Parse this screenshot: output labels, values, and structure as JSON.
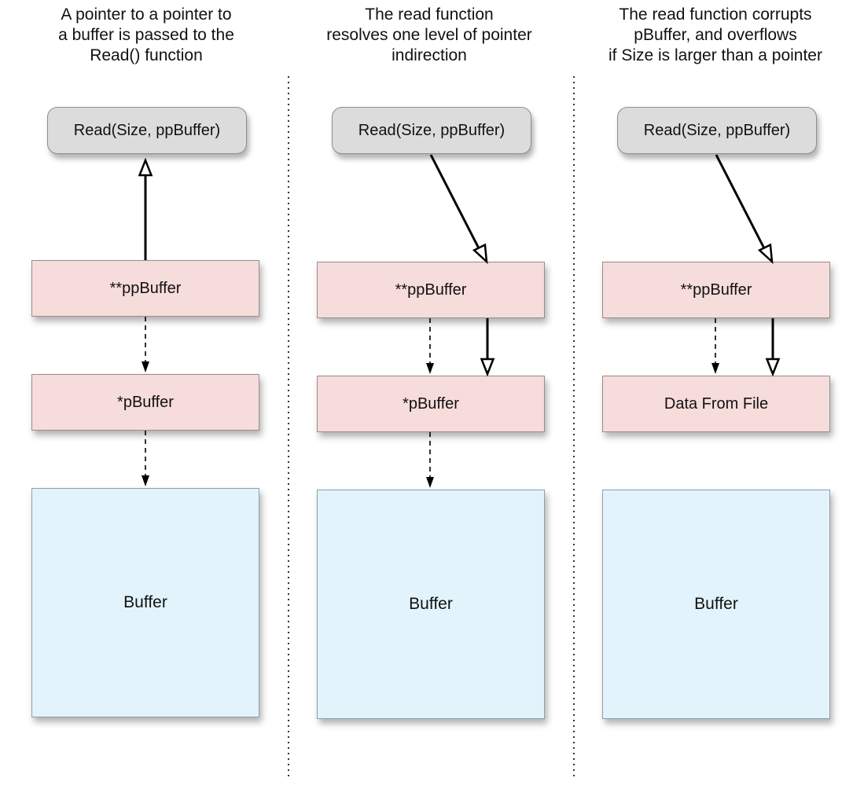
{
  "columns": [
    {
      "caption": "A pointer to a pointer to\na buffer is passed to the\nRead() function",
      "function_box": "Read(Size, ppBuffer)",
      "pointer_box": "**ppBuffer",
      "middle_box": "*pBuffer",
      "buffer_box": "Buffer"
    },
    {
      "caption": "The read function\nresolves one level of pointer\nindirection",
      "function_box": "Read(Size, ppBuffer)",
      "pointer_box": "**ppBuffer",
      "middle_box": "*pBuffer",
      "buffer_box": "Buffer"
    },
    {
      "caption": "The read function corrupts\npBuffer, and overflows\nif Size is larger than a pointer",
      "function_box": "Read(Size, ppBuffer)",
      "pointer_box": "**ppBuffer",
      "middle_box": "Data From File",
      "buffer_box": "Buffer"
    }
  ]
}
